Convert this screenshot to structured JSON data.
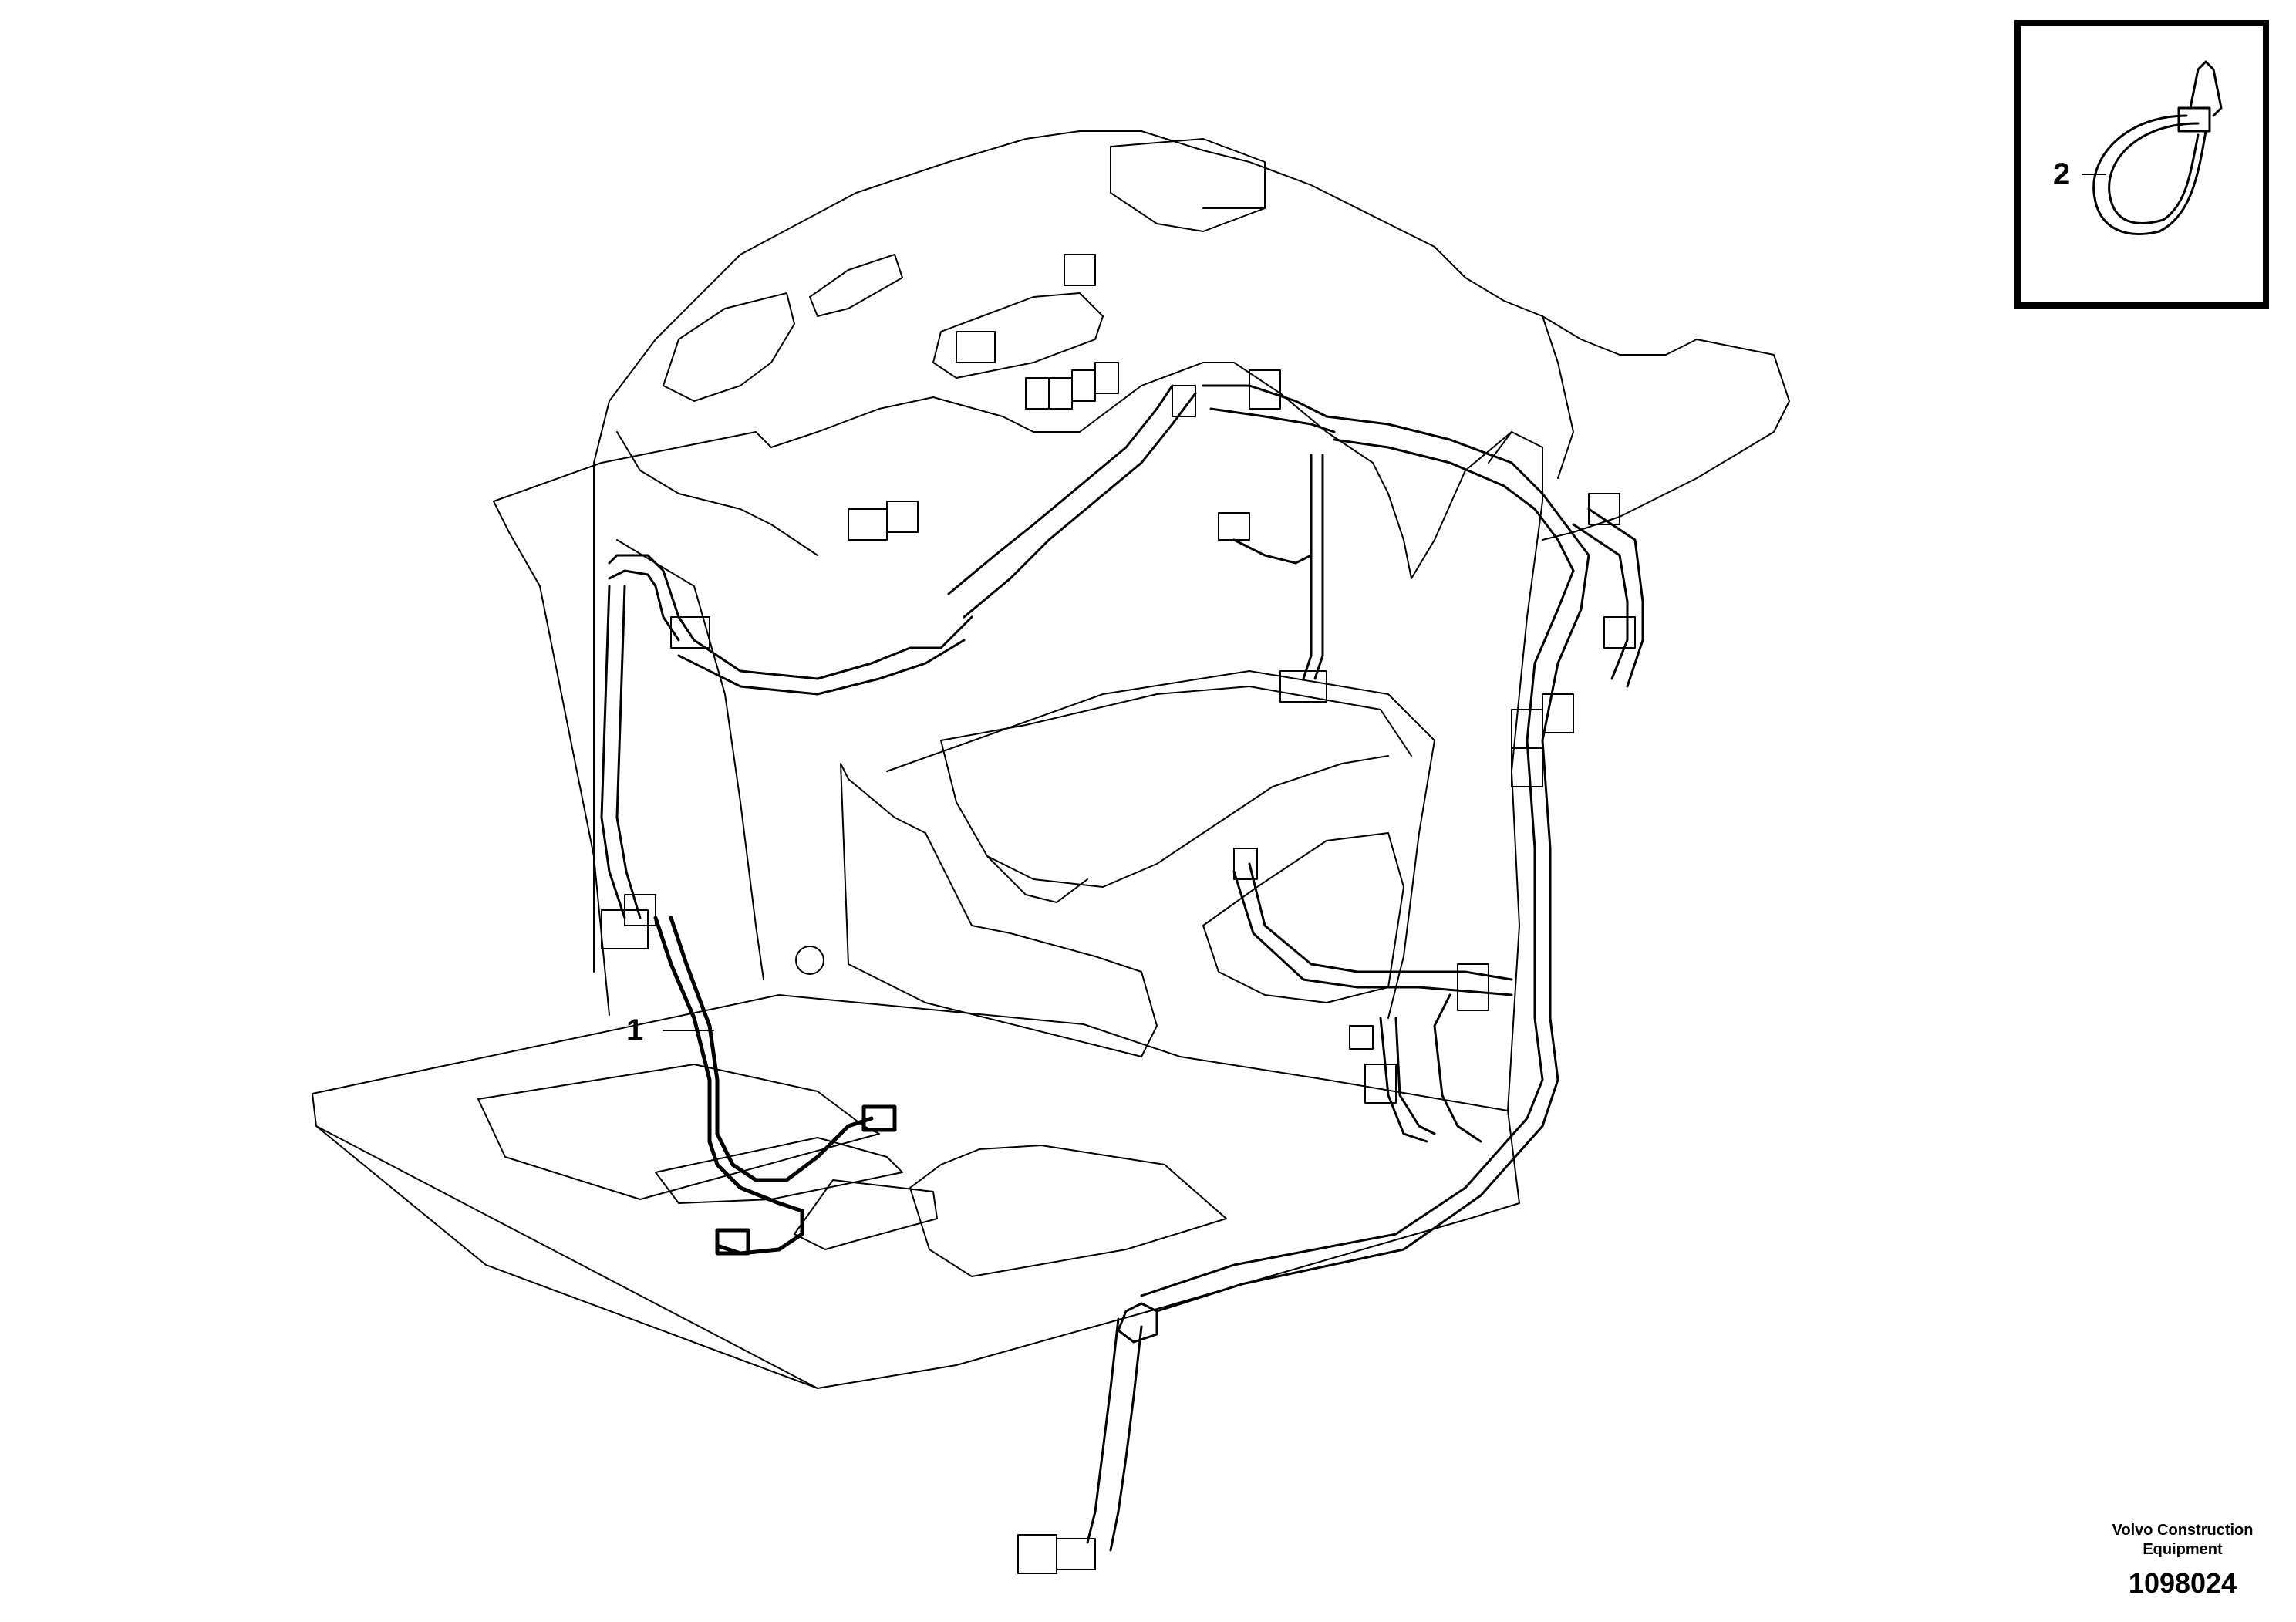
{
  "diagram": {
    "callouts": [
      {
        "label": "1",
        "icon": "wiring-harness-icon"
      },
      {
        "label": "2",
        "icon": "cable-tie-icon"
      }
    ],
    "company_line1": "Volvo Construction",
    "company_line2": "Equipment",
    "drawing_number": "1098024",
    "icons": [
      "cab-floor-icon",
      "wiring-harness-icon",
      "cable-tie-icon"
    ]
  }
}
